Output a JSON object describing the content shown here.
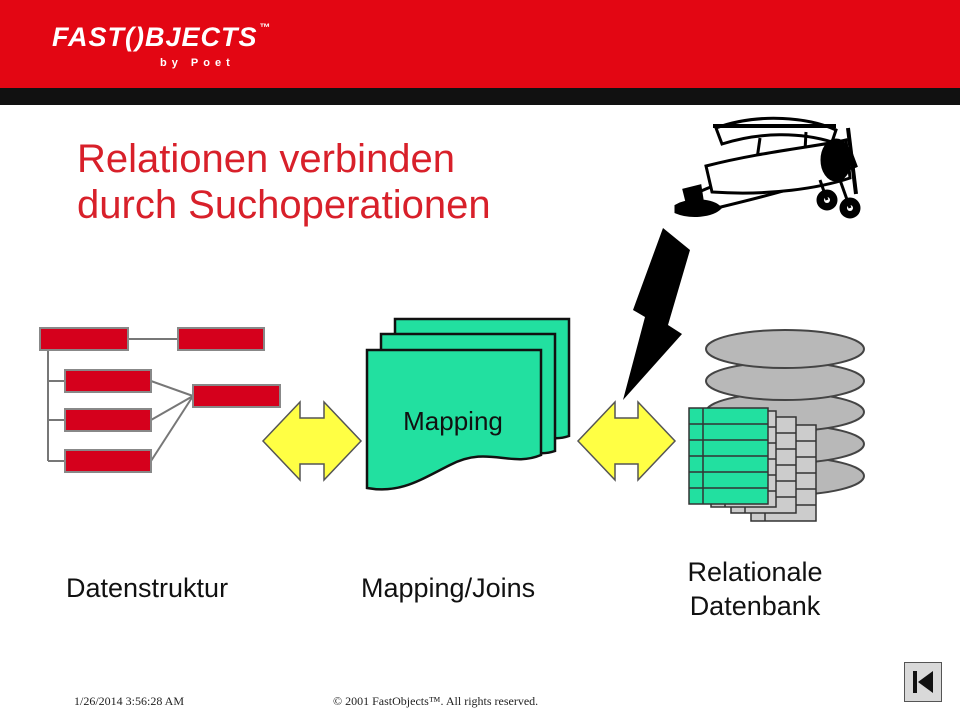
{
  "header": {
    "logo_text": "FAST()BJECTS",
    "logo_tm": "™",
    "logo_sub": "by Poet"
  },
  "title": {
    "line1": "Relationen verbinden",
    "line2": "durch Suchoperationen"
  },
  "diagram": {
    "mapping_label": "Mapping",
    "label_data_structure": "Datenstruktur",
    "label_mapping_joins": "Mapping/Joins",
    "label_db_line1": "Relationale",
    "label_db_line2": "Datenbank"
  },
  "footer": {
    "timestamp": "1/26/2014 3:56:28 AM",
    "copyright": "© 2001 FastObjects™. All rights reserved."
  },
  "colors": {
    "header_red": "#e30613",
    "title_red": "#d8202a",
    "box_red": "#d5001c",
    "mapping_green": "#22e0a0",
    "arrow_yellow": "#ffff44",
    "db_gray": "#b8b8b8"
  },
  "icons": {
    "nav": "first-slide-icon"
  }
}
